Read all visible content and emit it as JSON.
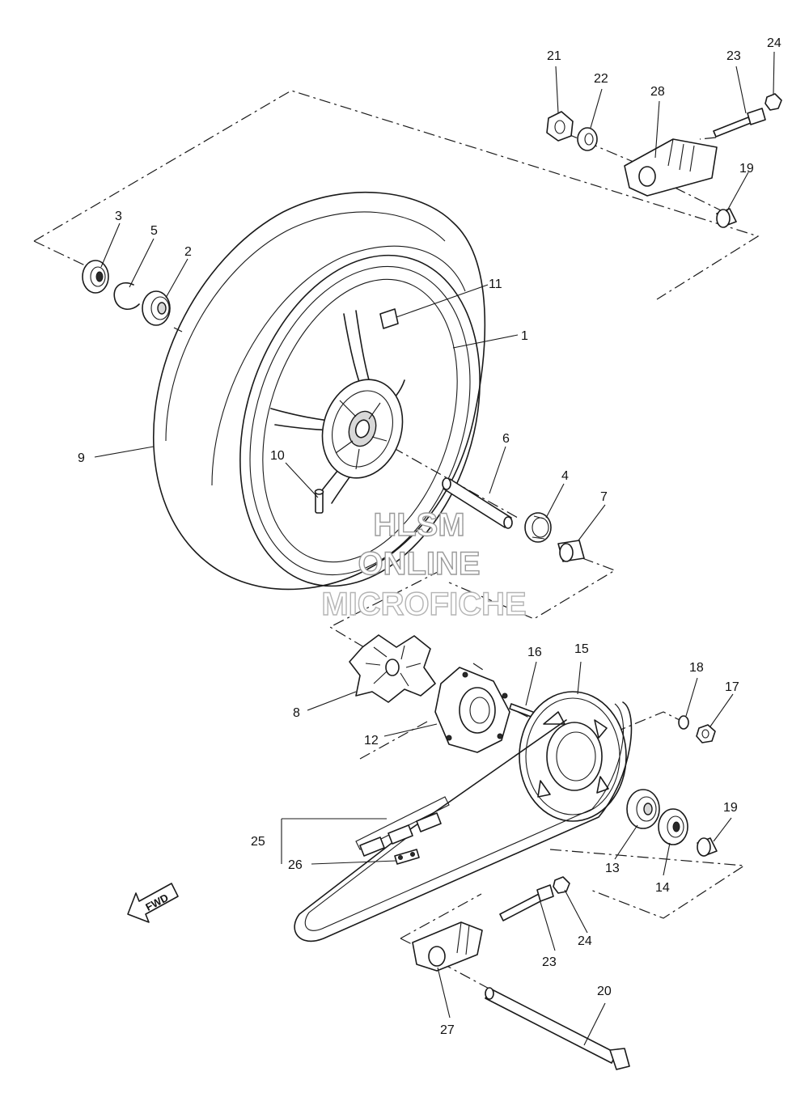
{
  "watermark": {
    "line1": "HLSM",
    "line2": "ONLINE",
    "line3": "MICROFICHE"
  },
  "fwd_label": "FWD",
  "callouts": {
    "c1": "1",
    "c2": "2",
    "c3": "3",
    "c4": "4",
    "c5": "5",
    "c6": "6",
    "c7": "7",
    "c8": "8",
    "c9": "9",
    "c10": "10",
    "c11": "11",
    "c12": "12",
    "c13": "13",
    "c14": "14",
    "c15": "15",
    "c16": "16",
    "c17": "17",
    "c18": "18",
    "c19a": "19",
    "c19b": "19",
    "c20": "20",
    "c21": "21",
    "c22": "22",
    "c23a": "23",
    "c23b": "23",
    "c24a": "24",
    "c24b": "24",
    "c25": "25",
    "c26": "26",
    "c27": "27",
    "c28": "28"
  },
  "colors": {
    "line": "#1a1a1a",
    "watermark_stroke": "#9a9a9a",
    "background": "#ffffff"
  }
}
